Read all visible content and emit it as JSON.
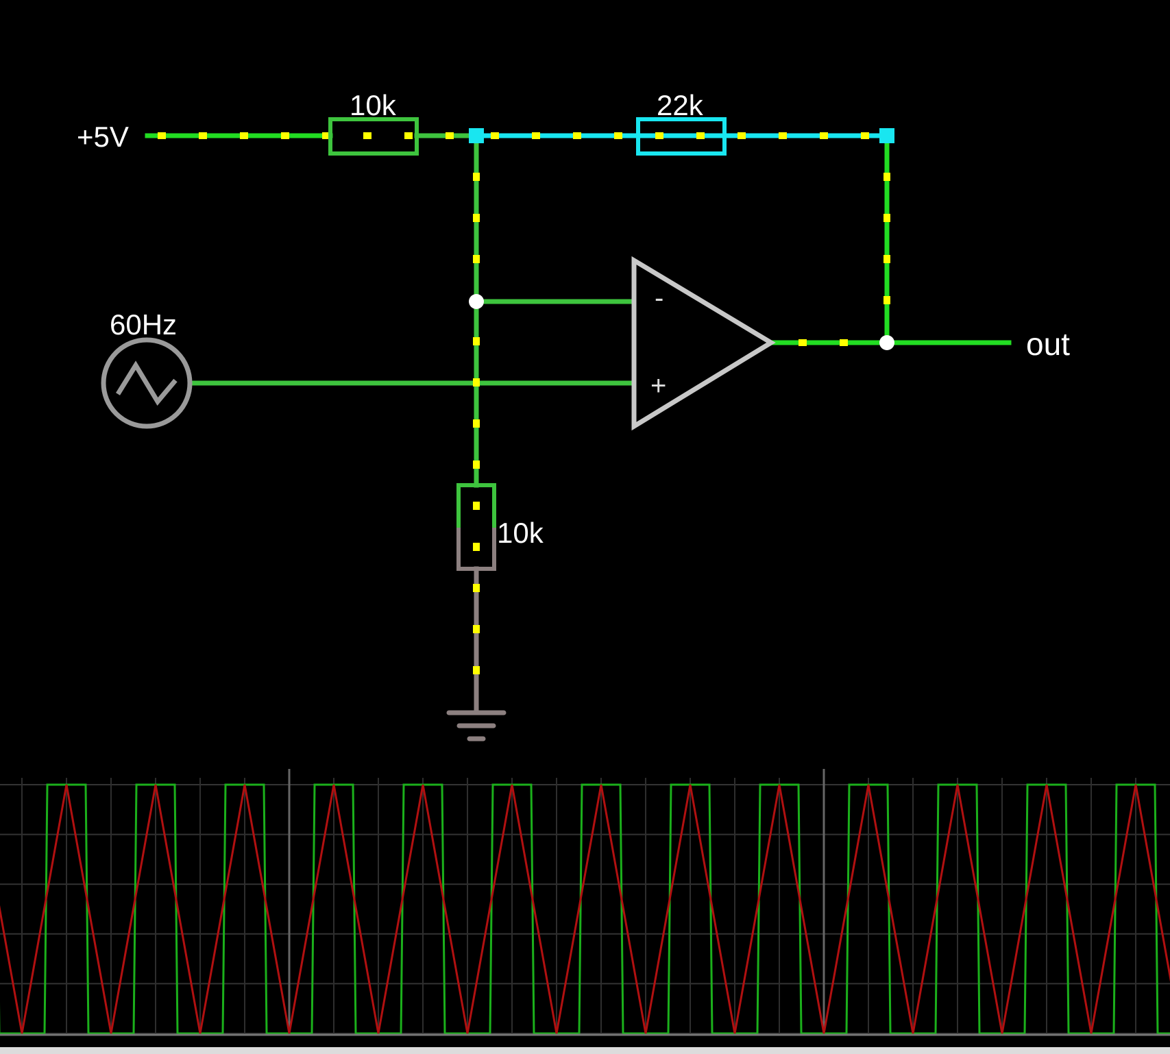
{
  "circuit": {
    "supply_label": "+5V",
    "r_input_label": "10k",
    "r_feedback_label": "22k",
    "r_ground_label": "10k",
    "source_label": "60Hz",
    "output_label": "out",
    "opamp_minus": "-",
    "opamp_plus": "+"
  },
  "colors": {
    "background": "#000000",
    "wire_green": "#3ec43e",
    "wire_bright": "#22dd22",
    "wire_cyan": "#19e6f0",
    "wire_ground": "#8c8080",
    "current_dots": "#ffff00",
    "component_gray": "#c8c8c8",
    "scope_square": "#1bb01b",
    "scope_triangle": "#b01010",
    "scope_grid": "#3a3a3a"
  },
  "scope": {
    "traces": [
      {
        "name": "square",
        "color": "#1bb01b",
        "period": 130,
        "amplitude": 1
      },
      {
        "name": "triangle",
        "color": "#b01010",
        "period": 130,
        "amplitude": 1
      }
    ]
  }
}
